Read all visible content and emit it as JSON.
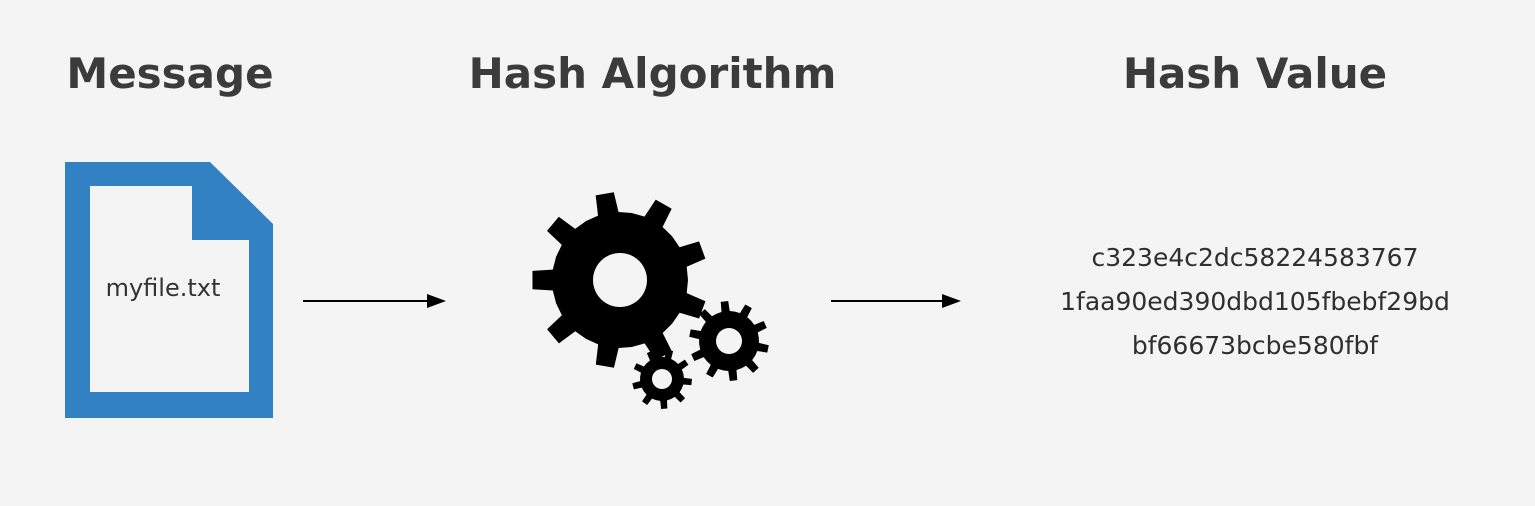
{
  "headings": {
    "message": "Message",
    "algorithm": "Hash Algorithm",
    "value": "Hash Value"
  },
  "message": {
    "filename": "myfile.txt",
    "icon": "document-icon",
    "icon_color": "#3282c3"
  },
  "algorithm": {
    "icon": "gears-icon",
    "icon_color": "#000000"
  },
  "hash_value": {
    "lines": [
      "c323e4c2dc58224583767",
      "1faa90ed390dbd105fbebf29bd",
      "bf66673bcbe580fbf"
    ]
  },
  "arrows": {
    "icon": "arrow-right-icon",
    "color": "#000000"
  }
}
